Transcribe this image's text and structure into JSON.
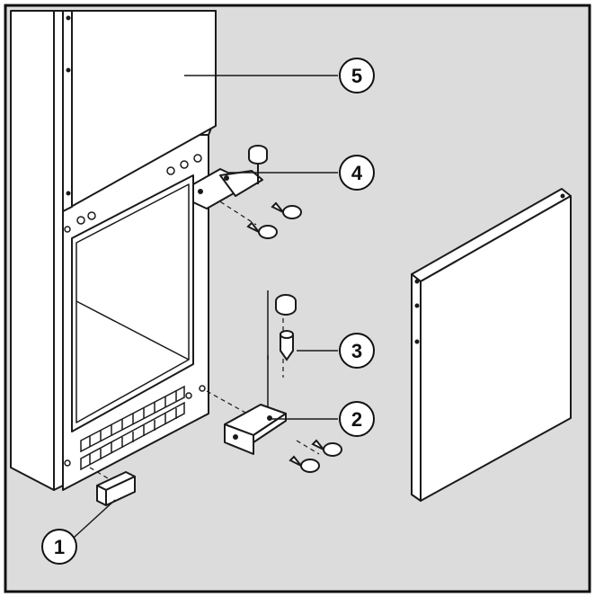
{
  "figure": {
    "callouts": [
      {
        "id": "callout-1",
        "label": "1",
        "part": "door-hinge-cover"
      },
      {
        "id": "callout-2",
        "label": "2",
        "part": "lower-hinge-bracket"
      },
      {
        "id": "callout-3",
        "label": "3",
        "part": "hinge-pin"
      },
      {
        "id": "callout-4",
        "label": "4",
        "part": "upper-hinge"
      },
      {
        "id": "callout-5",
        "label": "5",
        "part": "upper-door"
      }
    ],
    "colors": {
      "background": "#dcdcdc",
      "frame": "#111111",
      "panel": "#ffffff",
      "line": "#1a1a1a"
    }
  }
}
